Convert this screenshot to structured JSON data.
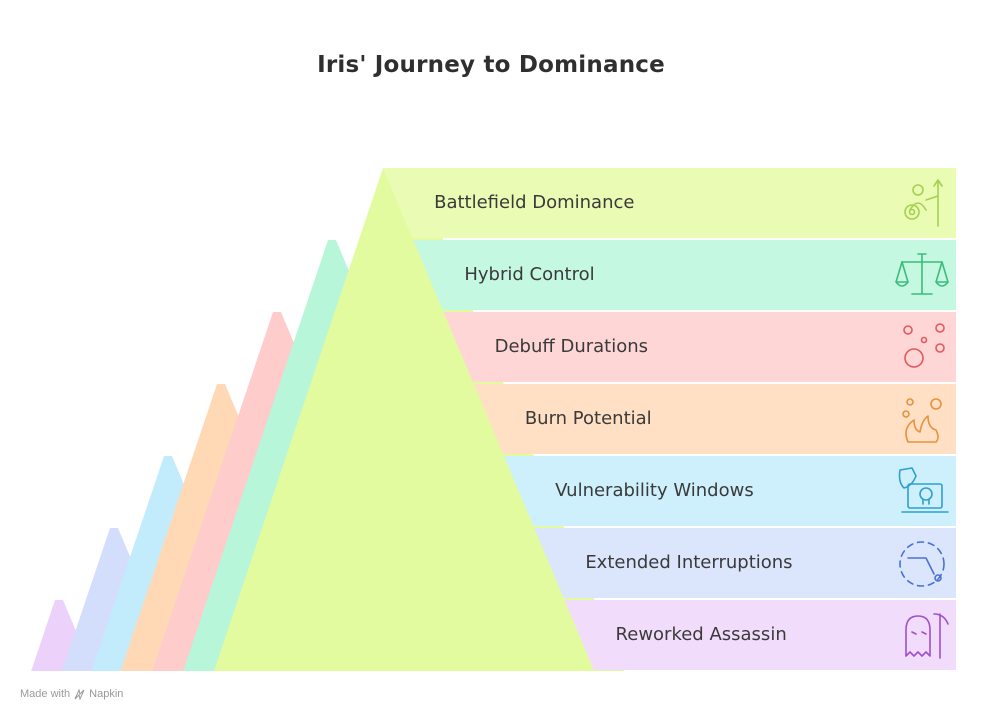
{
  "title": "Iris' Journey to Dominance",
  "layers": [
    {
      "label": "Battlefield Dominance",
      "icon": "warrior-with-spear-and-shield-icon",
      "fill": "#eafcb3",
      "side": "#e3fb9f",
      "stroke": "#a6cf52"
    },
    {
      "label": "Hybrid Control",
      "icon": "balance-scale-icon",
      "fill": "#c4f8e0",
      "side": "#b7f6d8",
      "stroke": "#3dbb7d"
    },
    {
      "label": "Debuff Durations",
      "icon": "bubbles-icon",
      "fill": "#ffd6d6",
      "side": "#ffcccc",
      "stroke": "#e05a5a"
    },
    {
      "label": "Burn Potential",
      "icon": "fire-sparks-icon",
      "fill": "#ffe0c4",
      "side": "#ffd8b5",
      "stroke": "#e8913f"
    },
    {
      "label": "Vulnerability Windows",
      "icon": "laptop-skull-shield-icon",
      "fill": "#cdf0fc",
      "side": "#c2ecfb",
      "stroke": "#2e9fcf"
    },
    {
      "label": "Extended Interruptions",
      "icon": "interrupted-circle-icon",
      "fill": "#dbe5fc",
      "side": "#d2defb",
      "stroke": "#4a72d6"
    },
    {
      "label": "Reworked Assassin",
      "icon": "hooded-assassin-with-scythe-icon",
      "fill": "#f1dcfc",
      "side": "#ecd2fb",
      "stroke": "#a04fd0"
    }
  ],
  "footer": {
    "made_with": "Made with",
    "brand": "Napkin"
  }
}
